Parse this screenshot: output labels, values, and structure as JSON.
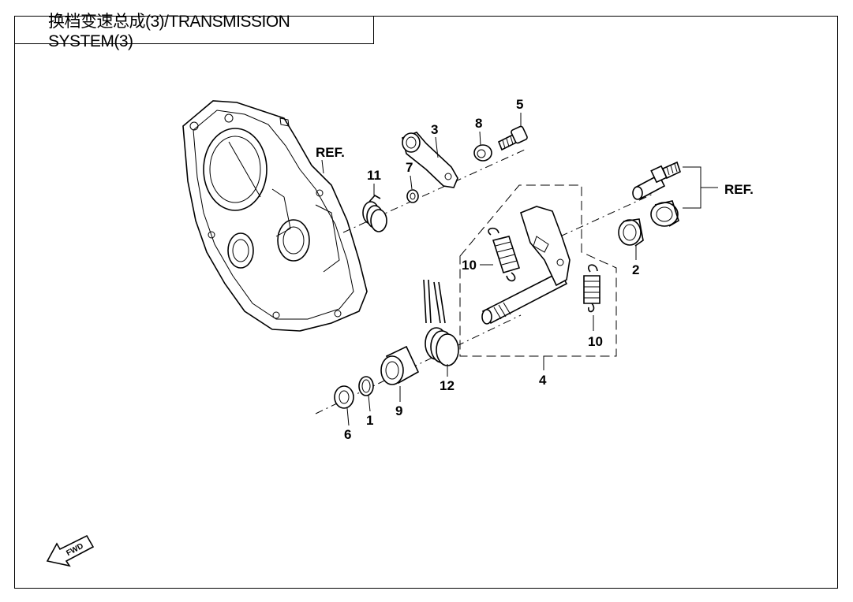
{
  "header": {
    "title": "换档变速总成(3)/TRANSMISSION SYSTEM(3)"
  },
  "labels": {
    "ref_left": "REF.",
    "ref_right": "REF.",
    "p1": "1",
    "p2": "2",
    "p3": "3",
    "p4": "4",
    "p5": "5",
    "p6": "6",
    "p7": "7",
    "p8": "8",
    "p9": "9",
    "p10a": "10",
    "p10b": "10",
    "p11": "11",
    "p12": "12"
  },
  "fwd_arrow": {
    "text": "FWD"
  }
}
